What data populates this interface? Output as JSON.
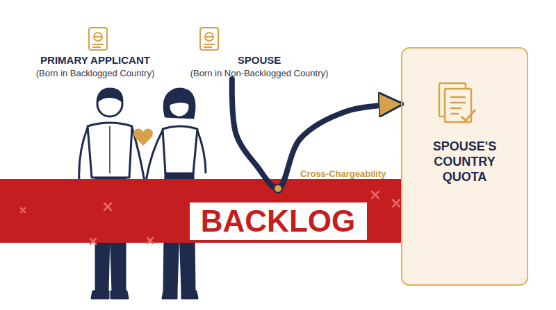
{
  "diagram": {
    "nodes": [
      {
        "text": [
          "PRIMARY APPLICANT",
          "(Born in Backlogged Country)"
        ]
      },
      {
        "text": [
          "SPOUSE",
          "(Born in Non-Backlogged Country)"
        ]
      },
      {
        "text": [
          "SPOUSE'S COUNTRY QUOTA"
        ]
      },
      {
        "text": [
          "BACKLOG"
        ]
      }
    ],
    "edges": [
      {
        "from": 1,
        "to": 2,
        "arrow": "to",
        "label": "Cross-Chargeability"
      }
    ]
  }
}
